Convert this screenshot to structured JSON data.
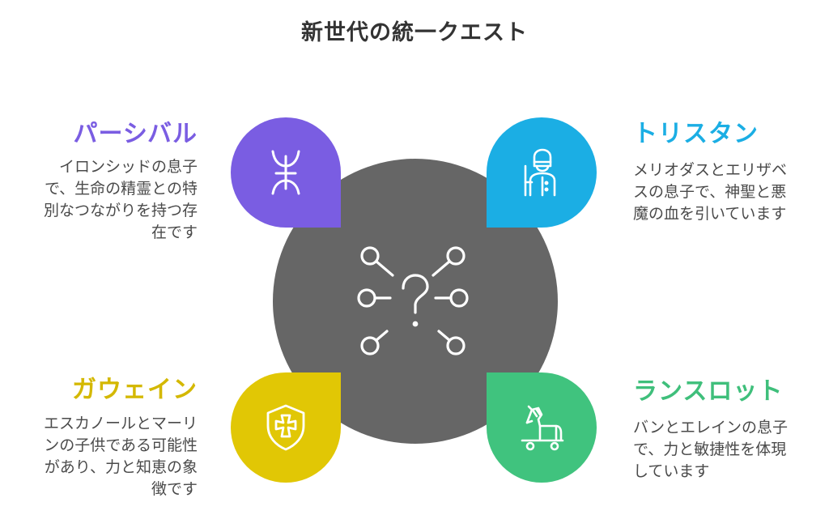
{
  "title": "新世代の統一クエスト",
  "center": {
    "icon": "question-network-icon"
  },
  "items": [
    {
      "heading": "パーシバル",
      "description": "イロンシッドの息子\nで、生命の精霊との特\n別なつながりを持つ存\n在です",
      "icon": "rune-symbol-icon",
      "color": "#7a5de2"
    },
    {
      "heading": "トリスタン",
      "description": "メリオダスとエリザベ\nスの息子で、神聖と悪\n魔の血を引いています",
      "icon": "royal-guard-icon",
      "color": "#1baee4"
    },
    {
      "heading": "ガウェイン",
      "description": "エスカノールとマーリ\nンの子供である可能性\nがあり、力と知恵の象\n徴です",
      "icon": "cross-shield-icon",
      "color": "#e1c705"
    },
    {
      "heading": "ランスロット",
      "description": "バンとエレインの息子\nで、力と敏捷性を体現\nしています",
      "icon": "rocking-horse-icon",
      "color": "#40c37e"
    }
  ]
}
